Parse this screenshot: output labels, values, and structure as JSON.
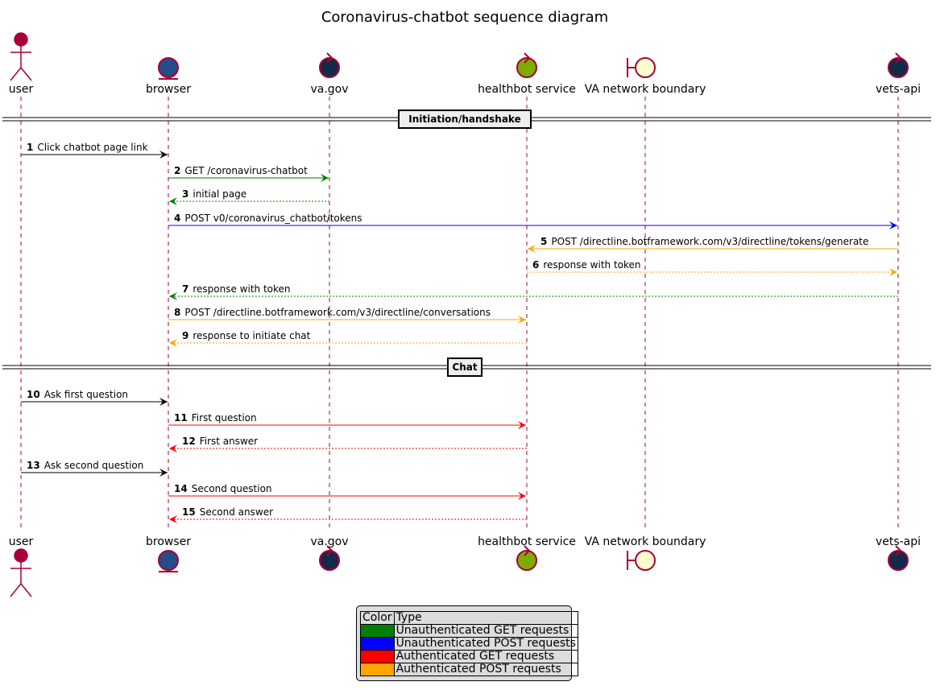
{
  "title": "Coronavirus-chatbot sequence diagram",
  "participants": [
    {
      "id": "user",
      "label": "user",
      "kind": "actor",
      "fill": "#a80036"
    },
    {
      "id": "browser",
      "label": "browser",
      "kind": "entity",
      "fill": "#234e8a"
    },
    {
      "id": "vagov",
      "label": "va.gov",
      "kind": "control",
      "fill": "#132a4a"
    },
    {
      "id": "healthbot",
      "label": "healthbot service",
      "kind": "control",
      "fill": "#7cac00"
    },
    {
      "id": "boundary",
      "label": "VA network boundary",
      "kind": "boundary",
      "fill": "#fefece"
    },
    {
      "id": "vetsapi",
      "label": "vets-api",
      "kind": "control",
      "fill": "#132a4a"
    }
  ],
  "separators": [
    {
      "label": "Initiation/handshake",
      "before": 1
    },
    {
      "label": "Chat",
      "before": 10
    }
  ],
  "messages": [
    {
      "num": "1",
      "text": "Click chatbot page link",
      "from": "user",
      "to": "browser",
      "color": "#000000",
      "dashed": false
    },
    {
      "num": "2",
      "text": "GET /coronavirus-chatbot",
      "from": "browser",
      "to": "vagov",
      "color": "#008000",
      "dashed": false
    },
    {
      "num": "3",
      "text": "initial page",
      "from": "vagov",
      "to": "browser",
      "color": "#008000",
      "dashed": true
    },
    {
      "num": "4",
      "text": "POST v0/coronavirus_chatbot/tokens",
      "from": "browser",
      "to": "vetsapi",
      "color": "#0000ff",
      "dashed": false
    },
    {
      "num": "5",
      "text": "POST /directline.botframework.com/v3/directline/tokens/generate",
      "from": "vetsapi",
      "to": "healthbot",
      "color": "#ffa500",
      "dashed": false
    },
    {
      "num": "6",
      "text": "response with token",
      "from": "healthbot",
      "to": "vetsapi",
      "color": "#ffa500",
      "dashed": true
    },
    {
      "num": "7",
      "text": "response with token",
      "from": "vetsapi",
      "to": "browser",
      "color": "#008000",
      "dashed": true
    },
    {
      "num": "8",
      "text": "POST /directline.botframework.com/v3/directline/conversations",
      "from": "browser",
      "to": "healthbot",
      "color": "#ffa500",
      "dashed": false
    },
    {
      "num": "9",
      "text": "response to initiate chat",
      "from": "healthbot",
      "to": "browser",
      "color": "#ffa500",
      "dashed": true
    },
    {
      "num": "10",
      "text": "Ask first question",
      "from": "user",
      "to": "browser",
      "color": "#000000",
      "dashed": false
    },
    {
      "num": "11",
      "text": "First question",
      "from": "browser",
      "to": "healthbot",
      "color": "#ff0000",
      "dashed": false
    },
    {
      "num": "12",
      "text": "First answer",
      "from": "healthbot",
      "to": "browser",
      "color": "#ff0000",
      "dashed": true
    },
    {
      "num": "13",
      "text": "Ask second question",
      "from": "user",
      "to": "browser",
      "color": "#000000",
      "dashed": false
    },
    {
      "num": "14",
      "text": "Second question",
      "from": "browser",
      "to": "healthbot",
      "color": "#ff0000",
      "dashed": false
    },
    {
      "num": "15",
      "text": "Second answer",
      "from": "healthbot",
      "to": "browser",
      "color": "#ff0000",
      "dashed": true
    }
  ],
  "legend": {
    "header": {
      "color": "Color",
      "type": "Type"
    },
    "rows": [
      {
        "color": "#008000",
        "type": "Unauthenticated GET requests"
      },
      {
        "color": "#0000ff",
        "type": "Unauthenticated POST requests"
      },
      {
        "color": "#ff0000",
        "type": "Authenticated GET requests"
      },
      {
        "color": "#ffa500",
        "type": "Authenticated POST requests"
      }
    ]
  }
}
